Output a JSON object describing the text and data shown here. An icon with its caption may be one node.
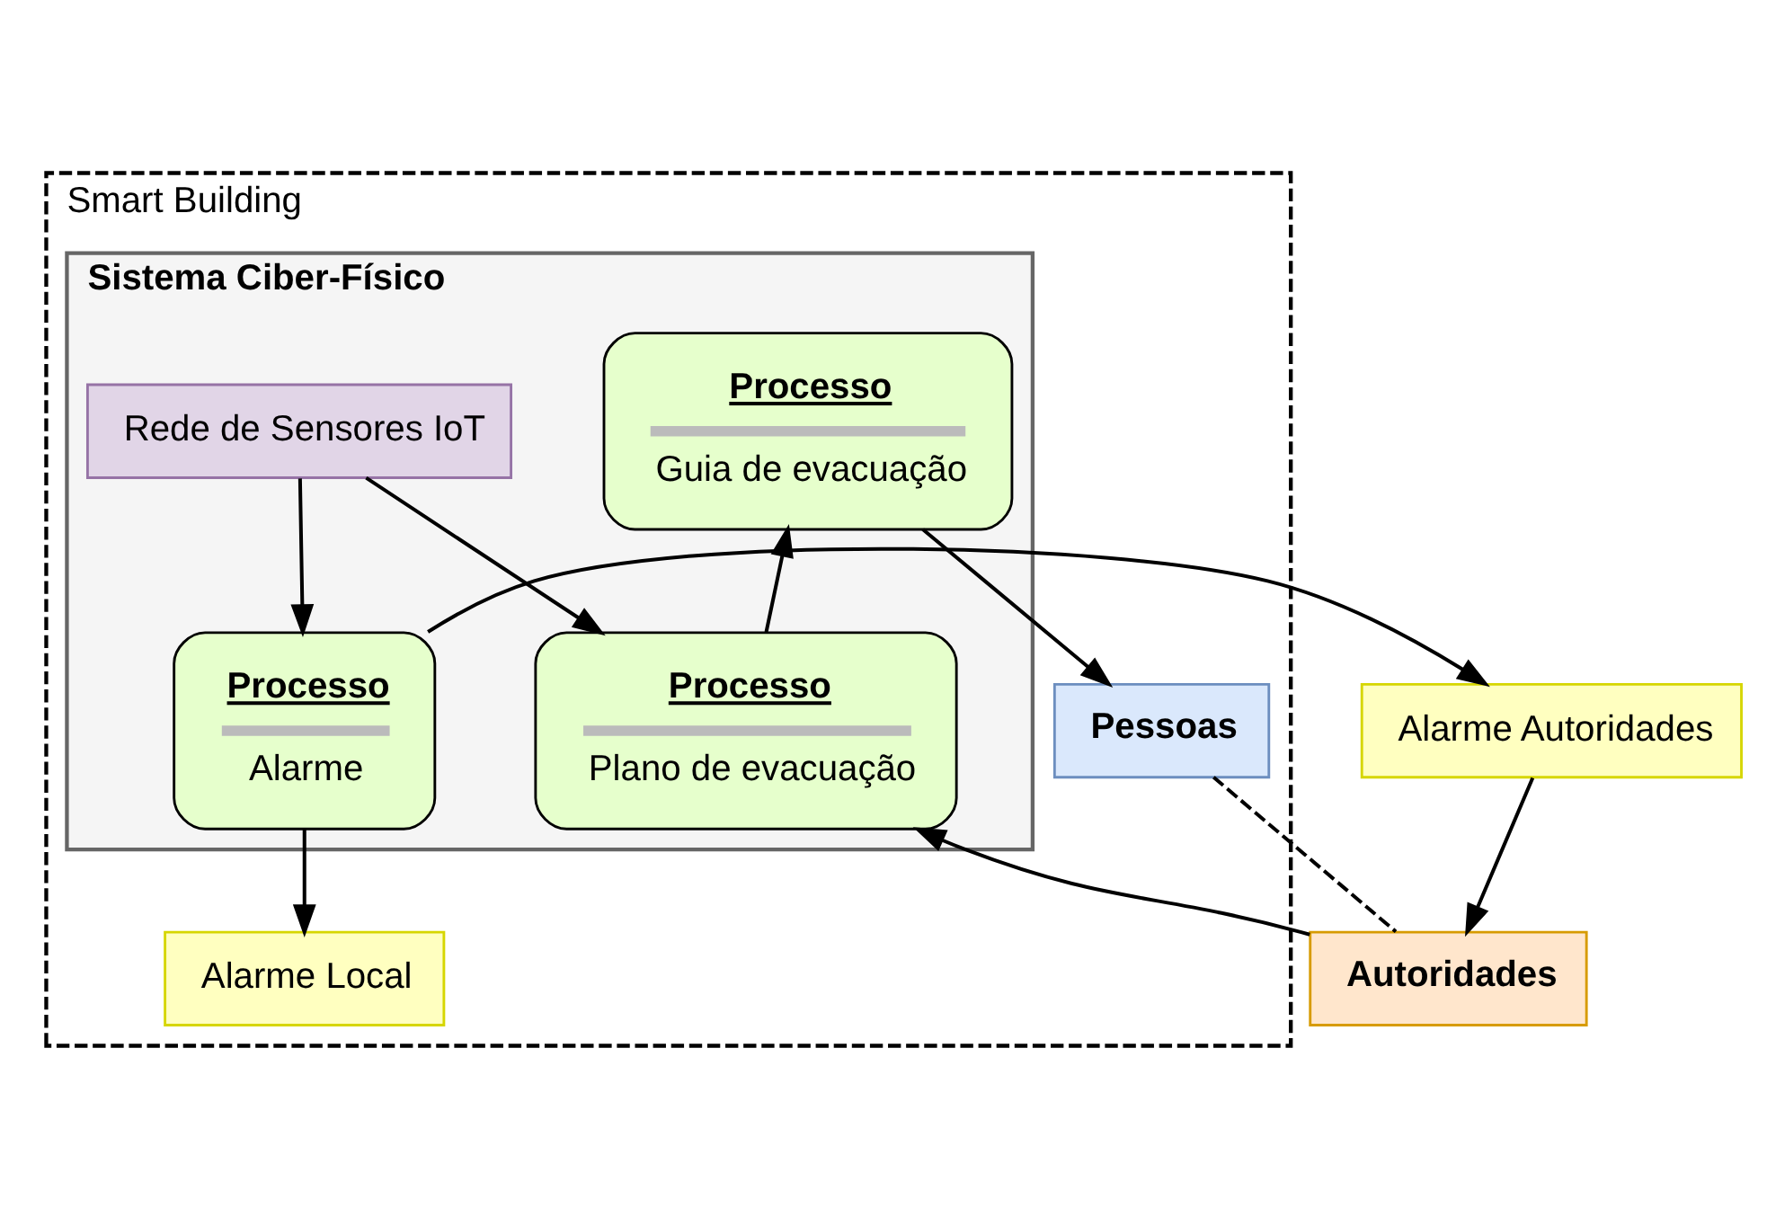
{
  "diagram": {
    "nodes": [
      {
        "text": [
          "Smart Building"
        ]
      },
      {
        "text": [
          "Sistema Ciber-Físico"
        ],
        "in": 0
      },
      {
        "text": [
          "Rede de Sensores IoT"
        ],
        "in": 1
      },
      {
        "text": [
          "Processo",
          "Alarme"
        ],
        "in": 1
      },
      {
        "text": [
          "Processo",
          "Guia de evacuação"
        ],
        "in": 1
      },
      {
        "text": [
          "Processo",
          "Plano de evacuação"
        ],
        "in": 1
      },
      {
        "text": [
          "Alarme Local"
        ],
        "in": 0
      },
      {
        "text": [
          "Pessoas"
        ],
        "in": 0
      },
      {
        "text": [
          "Alarme Autoridades"
        ]
      },
      {
        "text": [
          "Autoridades"
        ]
      }
    ],
    "edges": [
      {
        "from": 2,
        "to": 3,
        "arrow": "to"
      },
      {
        "from": 2,
        "to": 5,
        "arrow": "to"
      },
      {
        "from": 5,
        "to": 4,
        "arrow": "to"
      },
      {
        "from": 3,
        "to": 6,
        "arrow": "to"
      },
      {
        "from": 3,
        "to": 8,
        "arrow": "to"
      },
      {
        "from": 4,
        "to": 7,
        "arrow": "to"
      },
      {
        "from": 7,
        "to": 9,
        "arrow": "none",
        "style": "dashed"
      },
      {
        "from": 8,
        "to": 9,
        "arrow": "to"
      },
      {
        "from": 9,
        "to": 5,
        "arrow": "to"
      }
    ]
  }
}
